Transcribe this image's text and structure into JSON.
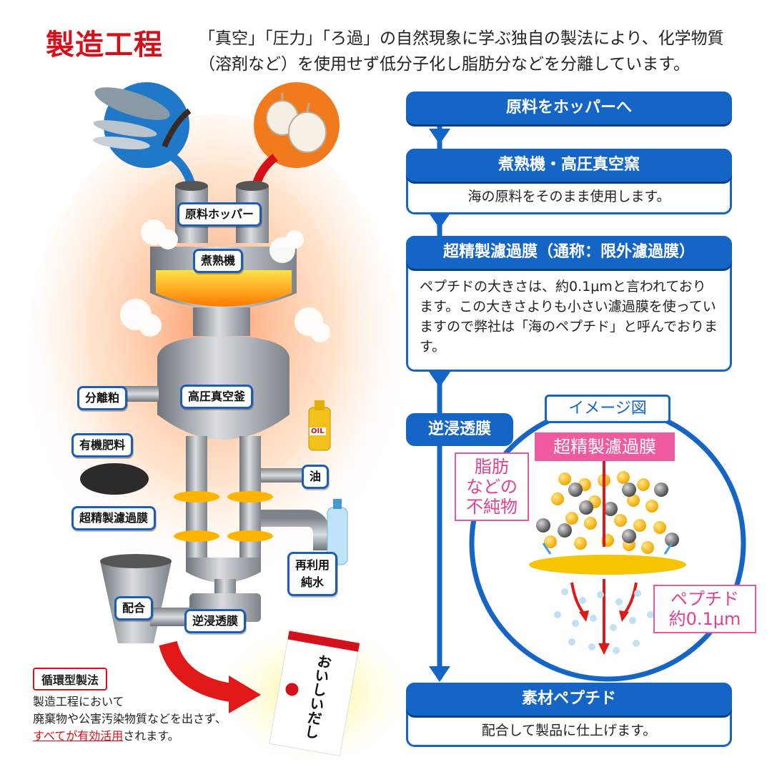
{
  "header": {
    "title": "製造工程",
    "lead": "「真空」「圧力」「ろ過」の自然現象に学ぶ独自の製法により、化学物質（溶剤など）を使用せず低分子化し脂肪分などを分離しています。"
  },
  "machine": {
    "hopper": "原料ホッパー",
    "boiler": "煮熟機",
    "vacuum_kettle": "高圧真空釜",
    "separated_lees": "分離粕",
    "organic_fertilizer": "有機肥料",
    "oil": "油",
    "oil_bottle_label": "OIL",
    "ultrafiltration": "超精製濾過膜",
    "recycled_water_1": "再利用",
    "recycled_water_2": "純水",
    "blending": "配合",
    "reverse_osmosis": "逆浸透膜",
    "product_name": "おいしいだし"
  },
  "recycle": {
    "badge": "循環型製法",
    "line1": "製造工程において",
    "line2": "廃棄物や公害汚染物質などを出さず、",
    "highlight": "すべてが有効活用",
    "line3_tail": "されます。"
  },
  "flow": {
    "step1_title": "原料をホッパーへ",
    "step2_title": "煮熟機・高圧真空窯",
    "step2_text": "海の原料をそのまま使用します。",
    "step3_title": "超精製濾過膜（通称：限外濾過膜）",
    "step3_text": "ペプチドの大きさは、約0.1μmと言われております。この大きさよりも小さい濾過膜を使っていますので弊社は「海のペプチド」と呼んでおります。",
    "step4_title": "逆浸透膜",
    "step5_title": "素材ペプチド",
    "step5_text": "配合して製品に仕上げます。"
  },
  "image_diagram": {
    "title": "イメージ図",
    "membrane": "超精製濾過膜",
    "impurities_1": "脂肪",
    "impurities_2": "などの",
    "impurities_3": "不純物",
    "peptide_1": "ペプチド",
    "peptide_2": "約0.1μm"
  },
  "colors": {
    "flow_blue": "#1565c6",
    "accent_red": "#d4101a",
    "pink": "#e0418f"
  }
}
